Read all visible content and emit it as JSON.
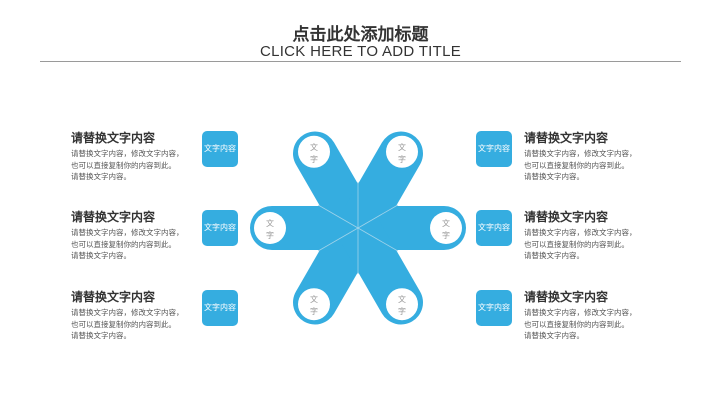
{
  "header": {
    "title": "点击此处添加标题",
    "subtitle": "CLICK HERE TO ADD TITLE"
  },
  "petal_label": "文字",
  "petal_label_lines": [
    "文",
    "字"
  ],
  "colors": {
    "accent": "#35ade0"
  },
  "items": [
    {
      "heading": "请替换文字内容",
      "lines": [
        "请替换文字内容，修改文字内容，",
        "也可以直接复制你的内容到此。",
        "请替换文字内容。"
      ],
      "tag": "文字内容"
    },
    {
      "heading": "请替换文字内容",
      "lines": [
        "请替换文字内容，修改文字内容，",
        "也可以直接复制你的内容到此。",
        "请替换文字内容。"
      ],
      "tag": "文字内容"
    },
    {
      "heading": "请替换文字内容",
      "lines": [
        "请替换文字内容，修改文字内容，",
        "也可以直接复制你的内容到此。",
        "请替换文字内容。"
      ],
      "tag": "文字内容"
    },
    {
      "heading": "请替换文字内容",
      "lines": [
        "请替换文字内容，修改文字内容，",
        "也可以直接复制你的内容到此。",
        "请替换文字内容。"
      ],
      "tag": "文字内容"
    },
    {
      "heading": "请替换文字内容",
      "lines": [
        "请替换文字内容，修改文字内容，",
        "也可以直接复制你的内容到此。",
        "请替换文字内容。"
      ],
      "tag": "文字内容"
    },
    {
      "heading": "请替换文字内容",
      "lines": [
        "请替换文字内容，修改文字内容，",
        "也可以直接复制你的内容到此。",
        "请替换文字内容。"
      ],
      "tag": "文字内容"
    }
  ]
}
